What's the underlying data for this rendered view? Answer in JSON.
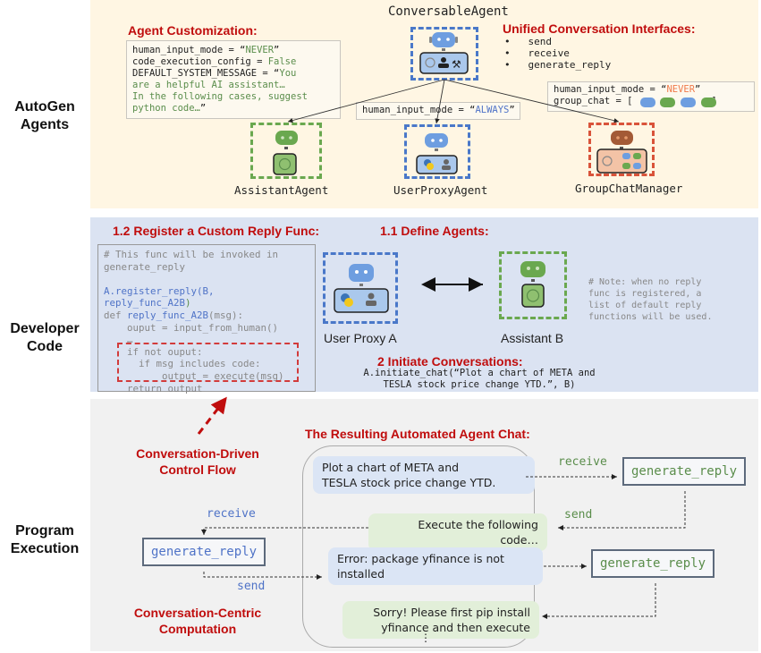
{
  "sections": {
    "agents_label": "AutoGen\nAgents",
    "developer_label": "Developer\nCode",
    "program_label": "Program\nExecution"
  },
  "agents": {
    "conversable_title": "ConversableAgent",
    "customization_title": "Agent Customization:",
    "customization_code": {
      "line1_key": "human_input_mode = “",
      "line1_val": "NEVER",
      "line1_end": "”",
      "line2_key": "code_execution_config = ",
      "line2_val": "False",
      "line3_key": "DEFAULT_SYSTEM_MESSAGE = “",
      "line3_val": "You",
      "line4": "are a helpful AI assistant…",
      "line5": "In the following cases, suggest",
      "line6": "python code…",
      "line6_end": "”"
    },
    "interfaces_title": "Unified Conversation Interfaces:",
    "interfaces": [
      "send",
      "receive",
      "generate_reply"
    ],
    "userproxy_code": {
      "key": "human_input_mode = “",
      "val": "ALWAYS",
      "end": "”"
    },
    "groupchat_code": {
      "line1_key": "human_input_mode = “",
      "line1_val": "NEVER",
      "line1_end": "”",
      "line2_key": "group_chat = [",
      "line2_end": "]"
    },
    "assistant_name": "AssistantAgent",
    "userproxy_name": "UserProxyAgent",
    "groupchat_name": "GroupChatManager"
  },
  "developer": {
    "register_title": "1.2 Register a Custom Reply Func:",
    "define_title": "1.1 Define Agents:",
    "initiate_title": "2 Initiate Conversations:",
    "code": {
      "comment1": "# This func will be invoked in",
      "comment2": "generate_reply",
      "reg1": "A.register_reply(B,",
      "reg2": "reply_func_A2B",
      "reg2_end": ")",
      "def_kw": "def ",
      "def_name": "reply_func_A2B",
      "def_end": "(msg):",
      "ouput": "    ouput = input_from_human()",
      "ellipsis": "    …",
      "if1": "    if not ouput:",
      "if2": "      if msg includes code:",
      "if3": "          output = execute(msg)",
      "ret": "    return output"
    },
    "user_proxy_label": "User Proxy A",
    "assistant_label": "Assistant B",
    "note": "# Note: when no reply\nfunc is registered, a\nlist of default reply\nfunctions will be used.",
    "initiate_code1": "A.initiate_chat(“Plot a chart of META and",
    "initiate_code2": "TESLA stock price change YTD.”, B)"
  },
  "program": {
    "chat_title": "The Resulting Automated Agent Chat:",
    "control_flow": "Conversation-Driven\nControl Flow",
    "computation": "Conversation-Centric\nComputation",
    "messages": [
      "Plot a chart of META and\nTESLA stock price change YTD.",
      "Execute the following\ncode…",
      "Error: package yfinance is not\ninstalled",
      "Sorry! Please first pip install\nyfinance and then execute"
    ],
    "more": "⋮",
    "gen_reply_left": "generate_reply",
    "gen_reply_right_top": "generate_reply",
    "gen_reply_right_mid": "generate_reply",
    "receive_left": "receive",
    "send_left": "send",
    "receive_right": "receive",
    "send_right": "send"
  },
  "colors": {
    "yellow_bg": "#fff6e3",
    "blue_bg": "#dbe3f2",
    "gray_bg": "#f1f1f1",
    "title_red": "#c00d0d",
    "agent_blue": "#4a78c9",
    "agent_green": "#6aa84f",
    "agent_orange": "#d9533a"
  }
}
